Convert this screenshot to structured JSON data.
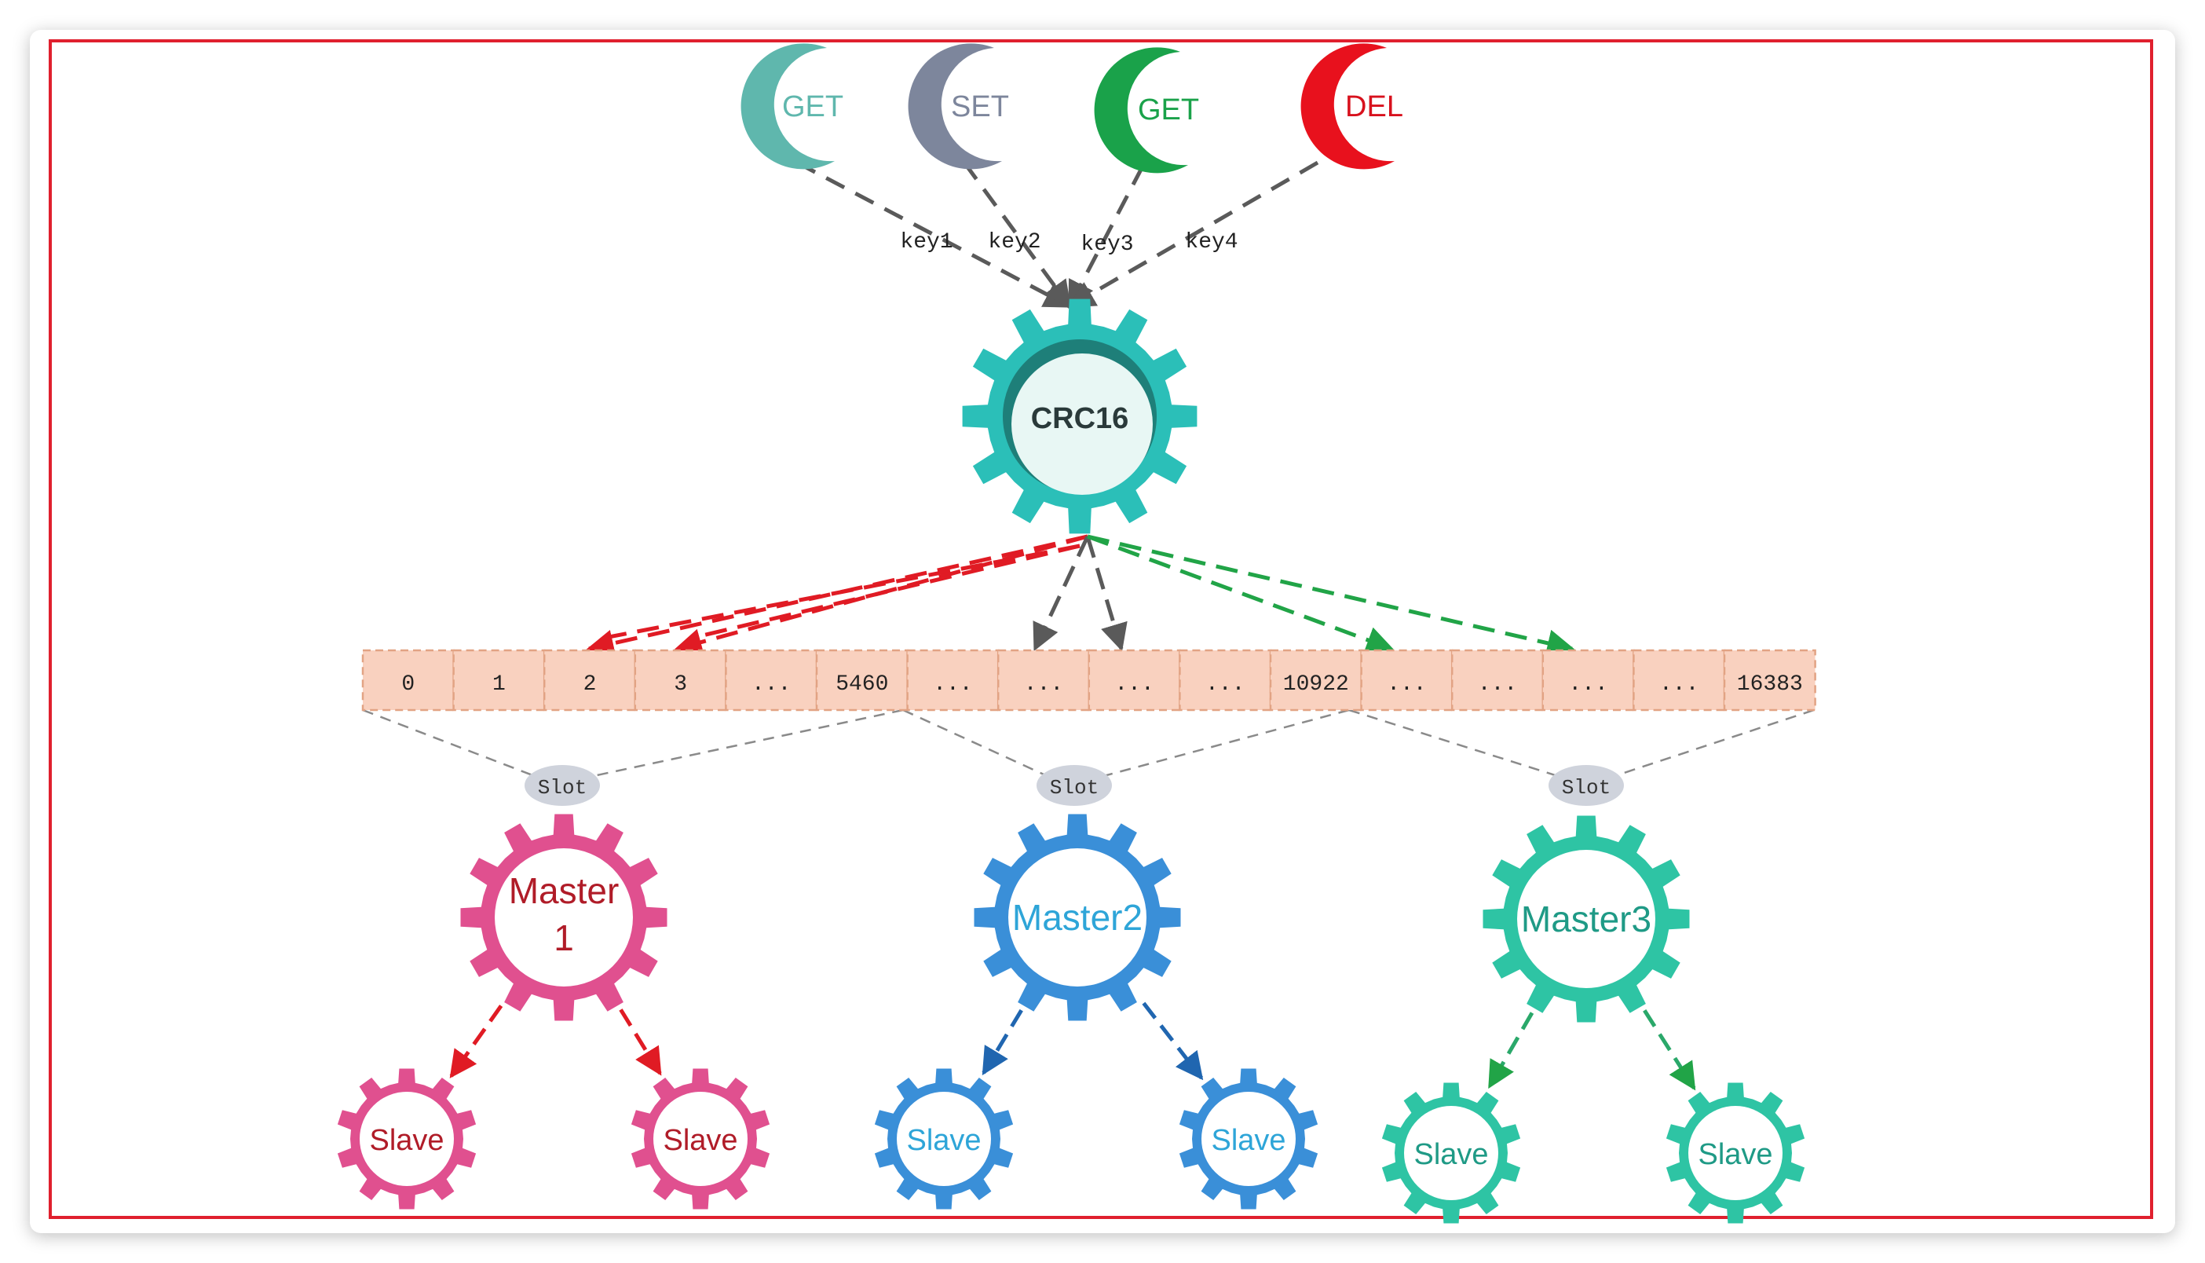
{
  "commands": [
    {
      "label": "GET",
      "color": "#5fb7ad",
      "text_color": "#5fb7ad",
      "key": "key1"
    },
    {
      "label": "SET",
      "color": "#7d869c",
      "text_color": "#7d869c",
      "key": "key2"
    },
    {
      "label": "GET",
      "color": "#1aa24a",
      "text_color": "#1aa24a",
      "key": "key3"
    },
    {
      "label": "DEL",
      "color": "#e8111d",
      "text_color": "#d8111d",
      "key": "key4"
    }
  ],
  "hash": {
    "label": "CRC16",
    "color": "#2bbfb8"
  },
  "slots": [
    "0",
    "1",
    "2",
    "3",
    "...",
    "5460",
    "...",
    "...",
    "...",
    "...",
    "10922",
    "...",
    "...",
    "...",
    "...",
    "16383"
  ],
  "slot_tag": "Slot",
  "masters": [
    {
      "label_line1": "Master",
      "label_line2": "1",
      "color": "#e0508f",
      "text_color": "#b01c28",
      "arrow_color": "#e01b24",
      "slaves": [
        "Slave",
        "Slave"
      ]
    },
    {
      "label_line1": "Master2",
      "label_line2": "",
      "color": "#3a8fd8",
      "text_color": "#2ea5d8",
      "arrow_color": "#2066b0",
      "slaves": [
        "Slave",
        "Slave"
      ]
    },
    {
      "label_line1": "Master3",
      "label_line2": "",
      "color": "#2ec4a4",
      "text_color": "#1f9a86",
      "arrow_color": "#2aa86a",
      "slaves": [
        "Slave",
        "Slave"
      ]
    }
  ],
  "colors": {
    "frame": "#e0202e",
    "slot_fill": "#f9d1bf",
    "slot_border": "#e2a384",
    "red_arrow": "#e01b24",
    "green_arrow": "#21a447",
    "gray_arrow": "#6f6f6f"
  }
}
